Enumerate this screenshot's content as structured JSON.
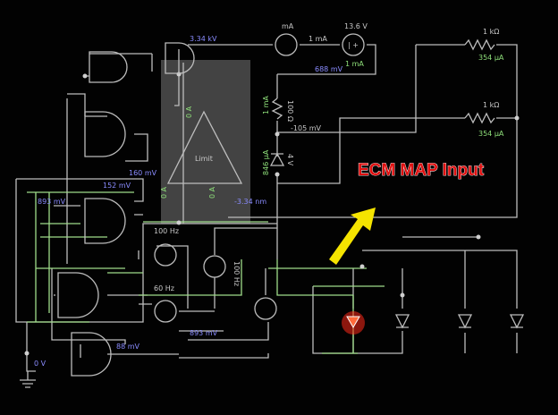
{
  "title": "ECM MAP Input",
  "labels": {
    "voltage_top": "3.34 kV",
    "ammeter": "mA",
    "ammeter_reading": "1 mA",
    "battery": "13.6 V",
    "battery_current": "1 mA",
    "node_voltage": "688 mV",
    "resistor_top": "1 kΩ",
    "resistor_top_current": "354 µA",
    "resistor_mid": "1 kΩ",
    "resistor_mid_current": "354 µA",
    "resistor_series": "100 Ω",
    "resistor_series_current": "1 mA",
    "node_mid": "-105 mV",
    "zener_current": "846 µA",
    "zener_voltage": "4 V",
    "opamp_in_current": "0 A",
    "opamp_out_current1": "0 A",
    "opamp_out_current2": "0 A",
    "opamp_label": "Limit",
    "opamp_out_voltage": "-3.34 nm",
    "gate_v1": "160 mV",
    "gate_v2": "152 mV",
    "gate_v3": "893 mV",
    "freq1": "100 Hz",
    "freq2": "100 Hz",
    "freq3": "60 Hz",
    "source_v": "893 mV",
    "gate_out": "88 mV",
    "ground_v": "0 V"
  },
  "colors": {
    "wire": "#bdbdbd",
    "current": "#9fdc8a",
    "led_on": "#ff2a1a",
    "arrow": "#f5e400"
  }
}
